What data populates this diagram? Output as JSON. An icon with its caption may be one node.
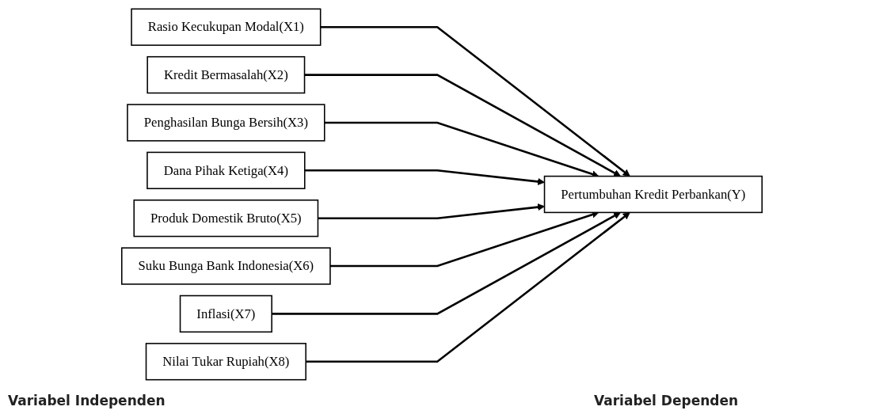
{
  "diagram": {
    "nodes": [
      {
        "text": [
          "Rasio Kecukupan Modal(X1)"
        ]
      },
      {
        "text": [
          "Kredit Bermasalah(X2)"
        ]
      },
      {
        "text": [
          "Penghasilan Bunga Bersih(X3)"
        ]
      },
      {
        "text": [
          "Dana Pihak Ketiga(X4)"
        ]
      },
      {
        "text": [
          "Produk Domestik Bruto(X5)"
        ]
      },
      {
        "text": [
          "Suku Bunga Bank Indonesia(X6)"
        ]
      },
      {
        "text": [
          "Inflasi(X7)"
        ]
      },
      {
        "text": [
          "Nilai Tukar Rupiah(X8)"
        ]
      },
      {
        "text": [
          "Pertumbuhan Kredit Perbankan(Y)"
        ]
      }
    ],
    "edges": [
      {
        "from": 0,
        "to": 8,
        "arrow": "to"
      },
      {
        "from": 1,
        "to": 8,
        "arrow": "to"
      },
      {
        "from": 2,
        "to": 8,
        "arrow": "to"
      },
      {
        "from": 3,
        "to": 8,
        "arrow": "to"
      },
      {
        "from": 4,
        "to": 8,
        "arrow": "to"
      },
      {
        "from": 5,
        "to": 8,
        "arrow": "to"
      },
      {
        "from": 6,
        "to": 8,
        "arrow": "to"
      },
      {
        "from": 7,
        "to": 8,
        "arrow": "to"
      }
    ],
    "labels": [
      "Variabel Independen",
      "Variabel Dependen"
    ]
  }
}
